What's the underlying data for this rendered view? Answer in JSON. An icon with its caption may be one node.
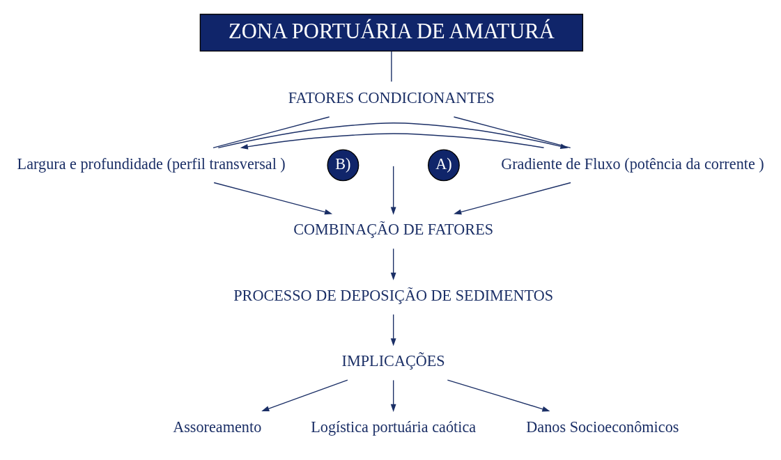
{
  "diagram": {
    "nodes": [
      {
        "text": [
          "ZONA PORTUÁRIA DE AMATURÁ"
        ]
      },
      {
        "text": [
          "FATORES CONDICIONANTES"
        ]
      },
      {
        "text": [
          "A)"
        ]
      },
      {
        "text": [
          "Gradiente de Fluxo (potência da corrente )"
        ]
      },
      {
        "text": [
          "B)"
        ]
      },
      {
        "text": [
          "Largura e profundidade (perfil transversal )"
        ]
      },
      {
        "text": [
          "COMBINAÇÃO DE FATORES"
        ]
      },
      {
        "text": [
          "PROCESSO DE DEPOSIÇÃO DE SEDIMENTOS"
        ]
      },
      {
        "text": [
          "IMPLICAÇÕES"
        ]
      },
      {
        "text": [
          "Assoreamento"
        ]
      },
      {
        "text": [
          "Logística portuária caótica"
        ]
      },
      {
        "text": [
          "Danos Socioeconômicos"
        ]
      }
    ],
    "edges": [
      {
        "from": 0,
        "to": 1,
        "arrow": "none"
      },
      {
        "from": 1,
        "to": 3,
        "arrow": "none"
      },
      {
        "from": 1,
        "to": 5,
        "arrow": "none"
      },
      {
        "from": 3,
        "to": 5,
        "arrow": "to"
      },
      {
        "from": 5,
        "to": 3,
        "arrow": "to"
      },
      {
        "from": null,
        "to": 6,
        "arrow": "to"
      },
      {
        "from": 3,
        "to": 6,
        "arrow": "to"
      },
      {
        "from": 5,
        "to": 6,
        "arrow": "to"
      },
      {
        "from": 6,
        "to": 7,
        "arrow": "to"
      },
      {
        "from": 7,
        "to": 8,
        "arrow": "to"
      },
      {
        "from": 8,
        "to": 9,
        "arrow": "to"
      },
      {
        "from": 8,
        "to": 10,
        "arrow": "to"
      },
      {
        "from": 8,
        "to": 11,
        "arrow": "to"
      }
    ]
  }
}
